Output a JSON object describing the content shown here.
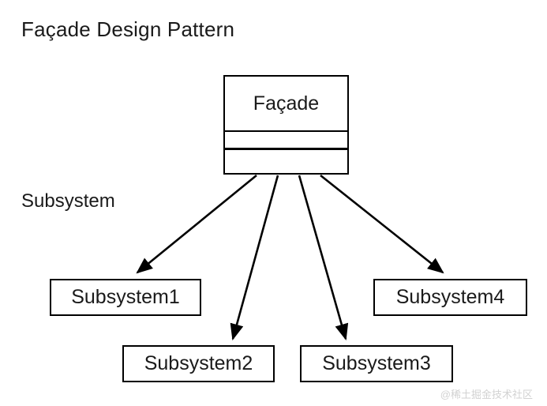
{
  "diagram": {
    "title": "Façade Design Pattern",
    "group_caption": "Subsystem",
    "type": "uml-class-diagram",
    "background_color": "#ffffff",
    "line_color": "#000000",
    "text_color": "#1a1a1a"
  },
  "facade": {
    "name": "Façade",
    "attributes_text": "",
    "operations_text": ""
  },
  "subsystems": [
    {
      "label": "Subsystem1"
    },
    {
      "label": "Subsystem2"
    },
    {
      "label": "Subsystem3"
    },
    {
      "label": "Subsystem4"
    }
  ],
  "connectors": [
    {
      "from": "facade",
      "to": "Subsystem1",
      "arrow": "solid-filled-triangle"
    },
    {
      "from": "facade",
      "to": "Subsystem2",
      "arrow": "solid-filled-triangle"
    },
    {
      "from": "facade",
      "to": "Subsystem3",
      "arrow": "solid-filled-triangle"
    },
    {
      "from": "facade",
      "to": "Subsystem4",
      "arrow": "solid-filled-triangle"
    }
  ],
  "watermark": {
    "text": "@稀土掘金技术社区",
    "color": "#d2d2d2"
  }
}
